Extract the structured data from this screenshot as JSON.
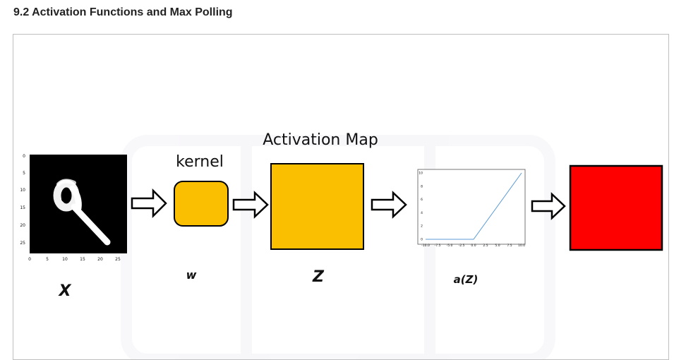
{
  "header": {
    "title": "9.2 Activation Functions and Max Polling"
  },
  "slide": {
    "kernel_label": "kernel",
    "activation_map_label": "Activation Map",
    "input_var": "X",
    "kernel_var": "w",
    "map_var": "Z",
    "activation_var": "a(Z)",
    "kernel_color": "#f9bf00",
    "map_color": "#f9bf00",
    "output_color": "#ff0000"
  },
  "image_axes": {
    "y_ticks": [
      "0",
      "5",
      "10",
      "15",
      "20",
      "25"
    ],
    "x_ticks": [
      "0",
      "5",
      "10",
      "15",
      "20",
      "25"
    ]
  },
  "chart_data": {
    "type": "line",
    "x": [
      -10.0,
      0.0,
      10.0
    ],
    "series": [
      {
        "values": [
          0,
          0,
          10
        ],
        "color": "#5b9bd5"
      }
    ],
    "xlim": [
      -10,
      10
    ],
    "ylim": [
      0,
      10
    ],
    "x_ticks": [
      "-10.0",
      "-7.5",
      "-5.0",
      "-2.5",
      "0.0",
      "2.5",
      "5.0",
      "7.5",
      "10.0"
    ],
    "y_ticks": [
      "0",
      "2",
      "4",
      "6",
      "8",
      "10"
    ],
    "title": "",
    "xlabel": "",
    "ylabel": ""
  }
}
